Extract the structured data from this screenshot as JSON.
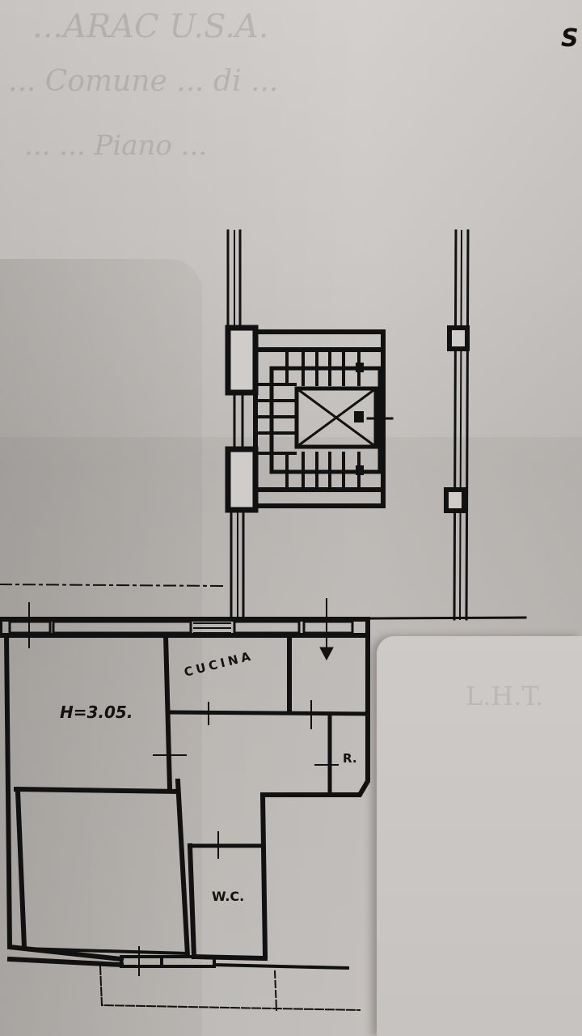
{
  "document": {
    "type": "architectural floor plan (photographed printout)",
    "corner_letter": "S",
    "faded_header_lines": [
      "...ARAC U.S.A.",
      "... Comune ... di ...",
      "... ... Piano ..."
    ]
  },
  "rooms": [
    {
      "id": "living",
      "label": "H=3.05.",
      "note": "ceiling height"
    },
    {
      "id": "kitchen",
      "label": "CUCINA"
    },
    {
      "id": "storage",
      "label": "R."
    },
    {
      "id": "bathroom",
      "label": "W.C."
    },
    {
      "id": "entrance",
      "label": ""
    },
    {
      "id": "hall",
      "label": ""
    },
    {
      "id": "bedroom",
      "label": ""
    }
  ],
  "stairwell": {
    "label": "",
    "features": [
      "stairs",
      "elevator-shaft-x"
    ]
  },
  "overlap_sheet": {
    "faint_text": "L.H.T."
  },
  "colors": {
    "paper": "#c9c6c3",
    "ink": "#111111",
    "overlap_paper": "#cdcac7"
  }
}
